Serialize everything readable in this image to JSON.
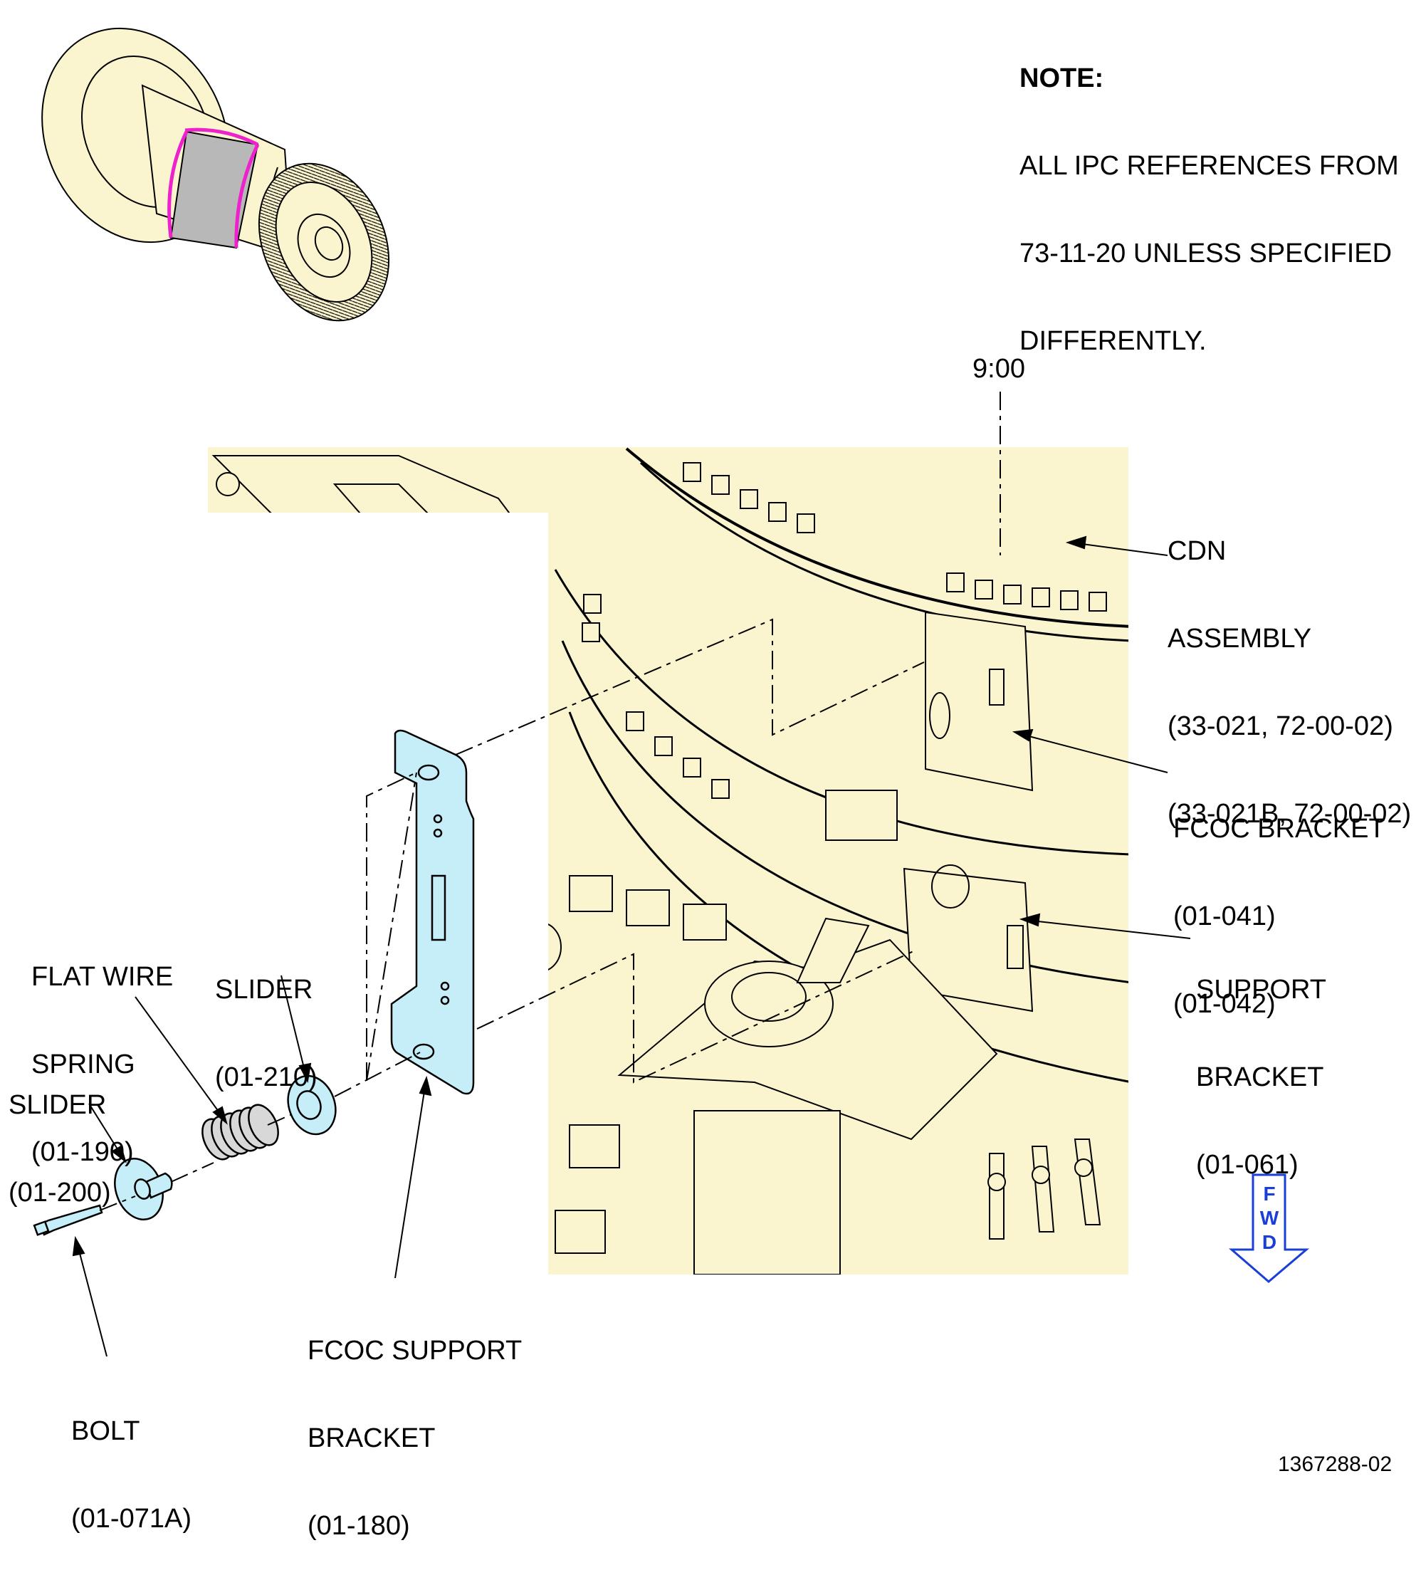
{
  "note": {
    "title": "NOTE:",
    "lines": [
      "ALL IPC REFERENCES FROM",
      "73-11-20 UNLESS SPECIFIED",
      "DIFFERENTLY."
    ]
  },
  "clock_position": "9:00",
  "callouts": {
    "cdn_assembly": [
      "CDN",
      "ASSEMBLY",
      "(33-021, 72-00-02)",
      "(33-021B, 72-00-02)"
    ],
    "fcoc_bracket": [
      "FCOC BRACKET",
      "(01-041)",
      "(01-042)"
    ],
    "support_bracket": [
      "SUPPORT",
      "BRACKET",
      "(01-061)"
    ],
    "flat_wire_spring": [
      "FLAT WIRE",
      "SPRING",
      "(01-190)"
    ],
    "slider_210": [
      "SLIDER",
      "(01-210)"
    ],
    "slider_200": [
      "SLIDER",
      "(01-200)"
    ],
    "fcoc_support_bracket": [
      "FCOC SUPPORT",
      "BRACKET",
      "(01-180)"
    ],
    "bolt": [
      "BOLT",
      "(01-071A)"
    ]
  },
  "fwd_indicator": [
    "F",
    "W",
    "D"
  ],
  "drawing_number": "1367288-02",
  "colors": {
    "engine_fill": "#fbf5cf",
    "part_fill": "#c6eef8",
    "highlight_ring": "#ee22cc",
    "highlight_band": "#b8b8b8",
    "fwd_arrow": "#1a3fd6"
  }
}
